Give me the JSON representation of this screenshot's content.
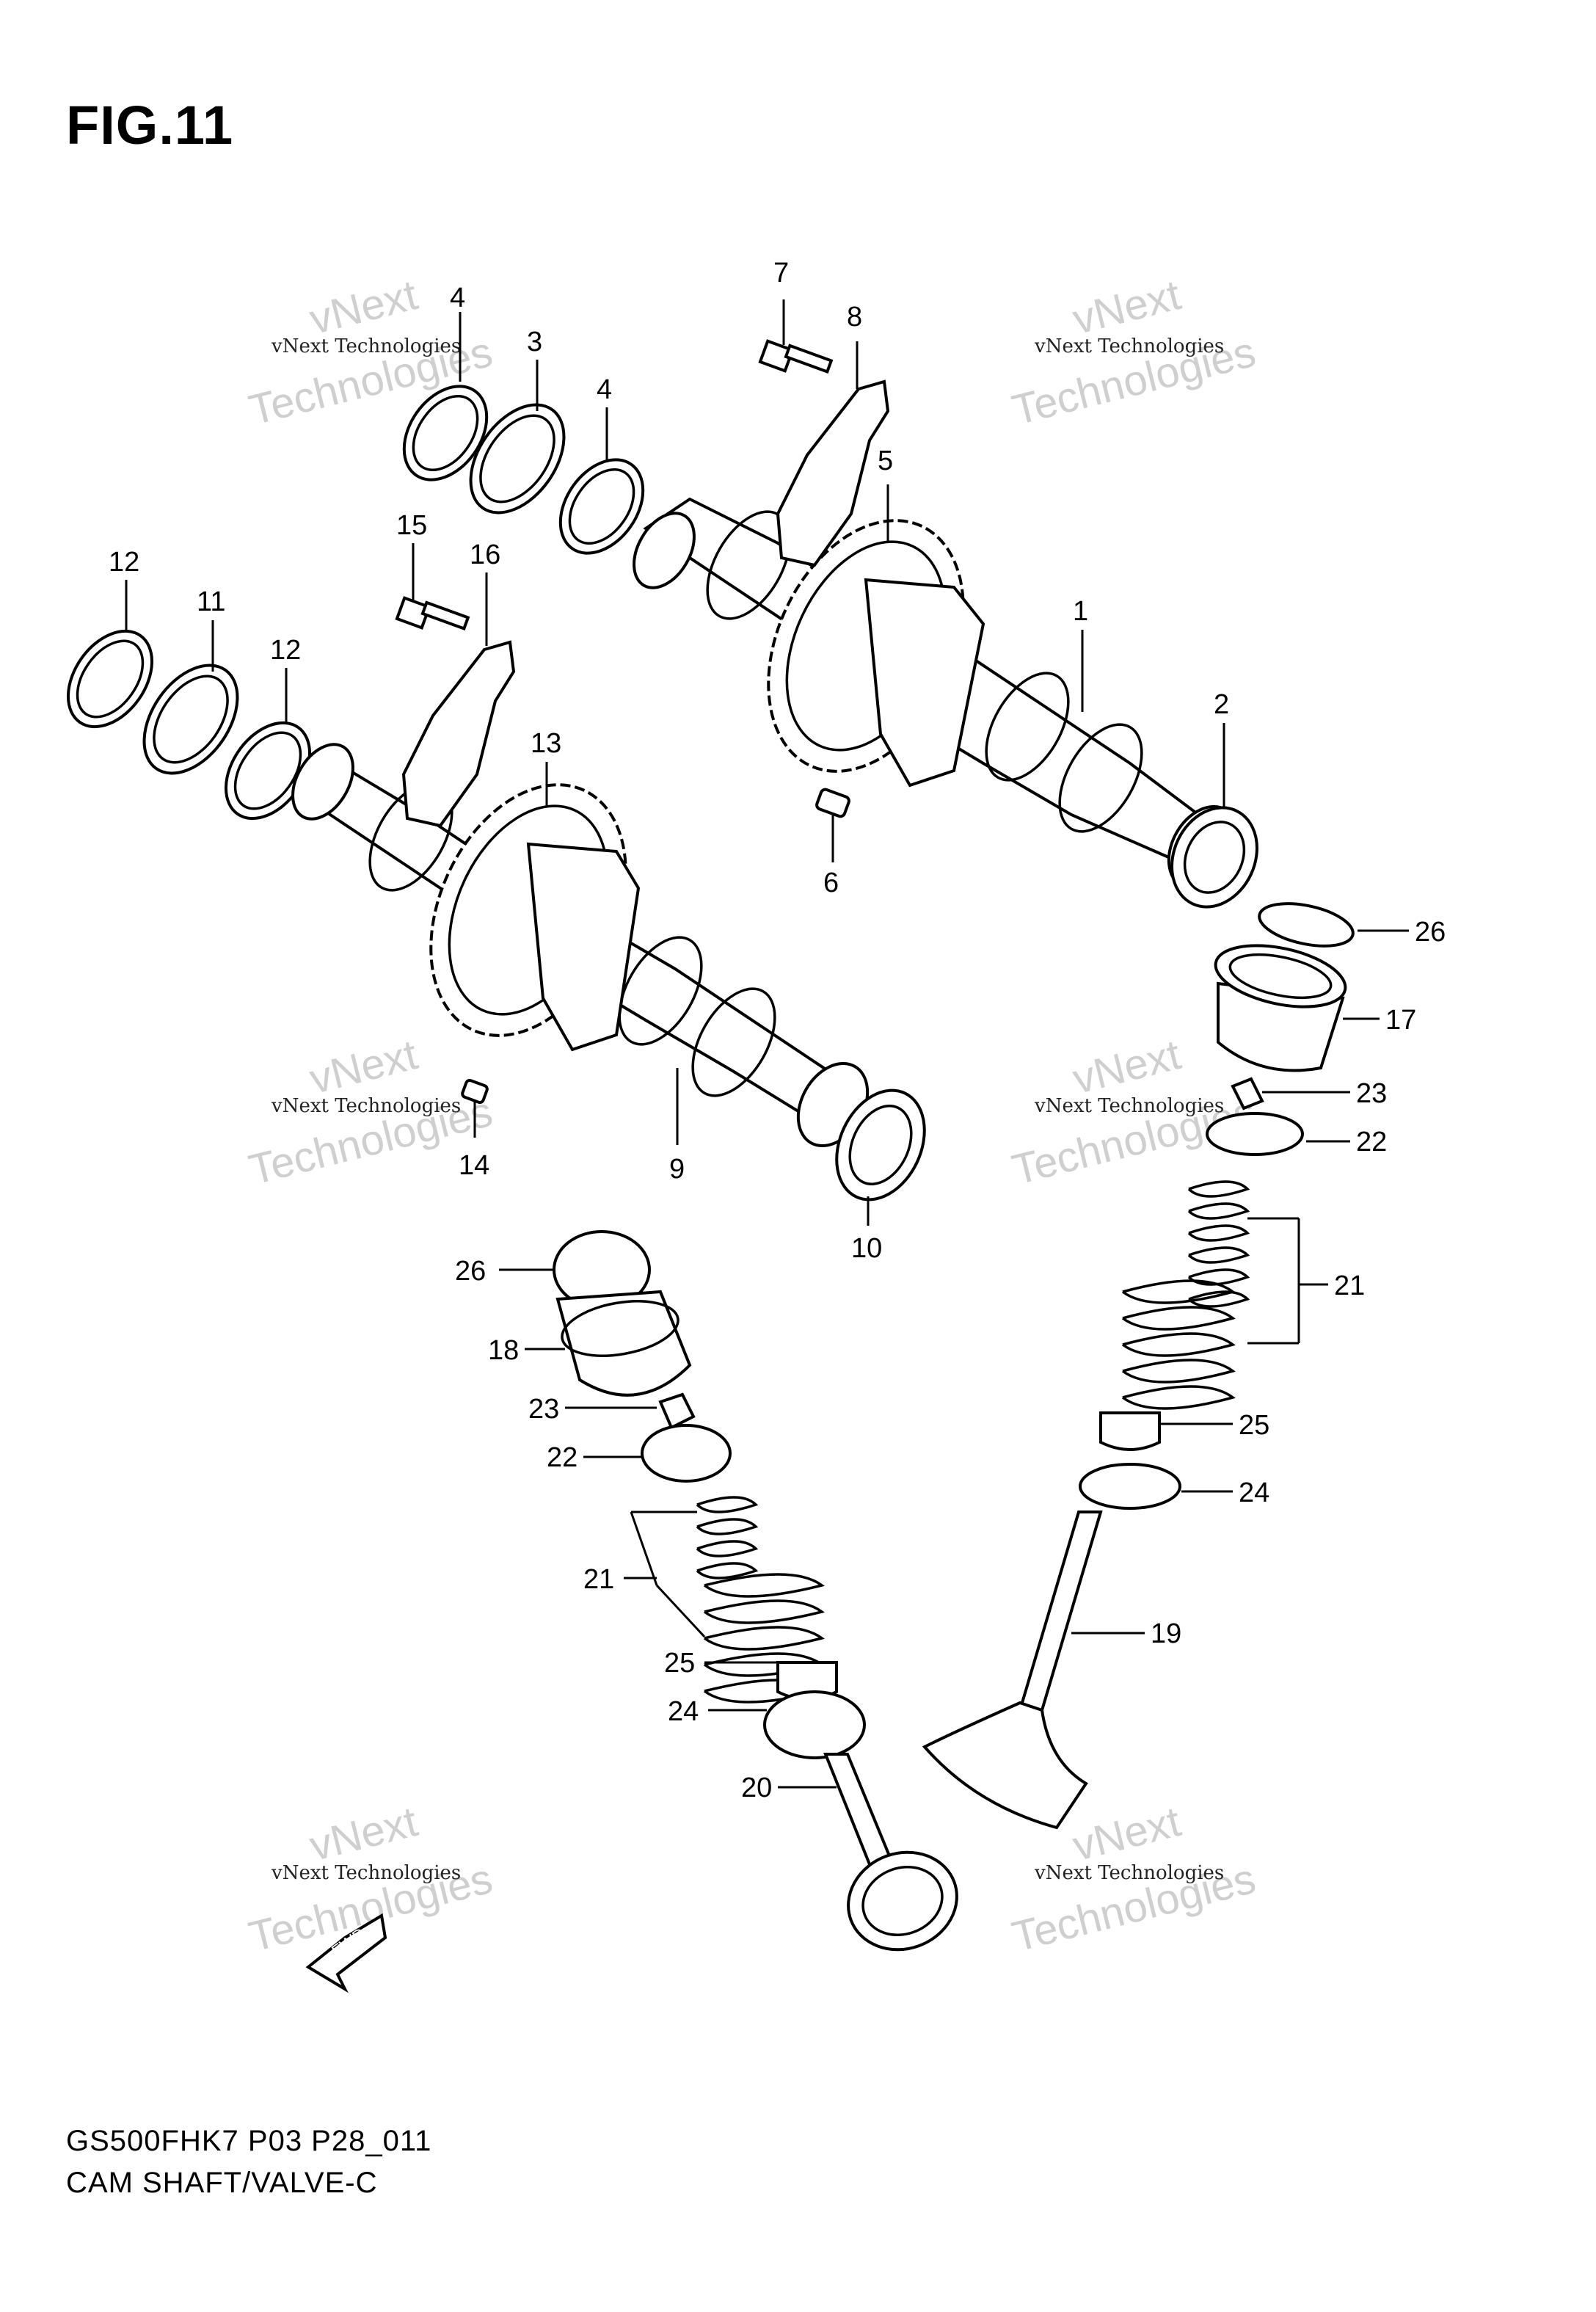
{
  "figure": {
    "title": "FIG.11"
  },
  "footer": {
    "code": "GS500FHK7 P03 P28_011",
    "name": "CAM SHAFT/VALVE-C"
  },
  "watermark": {
    "line1": "vNext Technologies",
    "line2": "vNext",
    "line3": "Technologies"
  },
  "fwd_label": "FWD",
  "callouts": [
    {
      "id": "c1",
      "text": "1"
    },
    {
      "id": "c2",
      "text": "2"
    },
    {
      "id": "c3",
      "text": "3"
    },
    {
      "id": "c4a",
      "text": "4"
    },
    {
      "id": "c4b",
      "text": "4"
    },
    {
      "id": "c5",
      "text": "5"
    },
    {
      "id": "c6",
      "text": "6"
    },
    {
      "id": "c7",
      "text": "7"
    },
    {
      "id": "c8",
      "text": "8"
    },
    {
      "id": "c9",
      "text": "9"
    },
    {
      "id": "c10",
      "text": "10"
    },
    {
      "id": "c11",
      "text": "11"
    },
    {
      "id": "c12a",
      "text": "12"
    },
    {
      "id": "c12b",
      "text": "12"
    },
    {
      "id": "c13",
      "text": "13"
    },
    {
      "id": "c14",
      "text": "14"
    },
    {
      "id": "c15",
      "text": "15"
    },
    {
      "id": "c16",
      "text": "16"
    },
    {
      "id": "c17",
      "text": "17"
    },
    {
      "id": "c18",
      "text": "18"
    },
    {
      "id": "c19",
      "text": "19"
    },
    {
      "id": "c20",
      "text": "20"
    },
    {
      "id": "c21a",
      "text": "21"
    },
    {
      "id": "c21b",
      "text": "21"
    },
    {
      "id": "c22a",
      "text": "22"
    },
    {
      "id": "c22b",
      "text": "22"
    },
    {
      "id": "c23a",
      "text": "23"
    },
    {
      "id": "c23b",
      "text": "23"
    },
    {
      "id": "c24a",
      "text": "24"
    },
    {
      "id": "c24b",
      "text": "24"
    },
    {
      "id": "c25a",
      "text": "25"
    },
    {
      "id": "c25b",
      "text": "25"
    },
    {
      "id": "c26a",
      "text": "26"
    },
    {
      "id": "c26b",
      "text": "26"
    }
  ]
}
